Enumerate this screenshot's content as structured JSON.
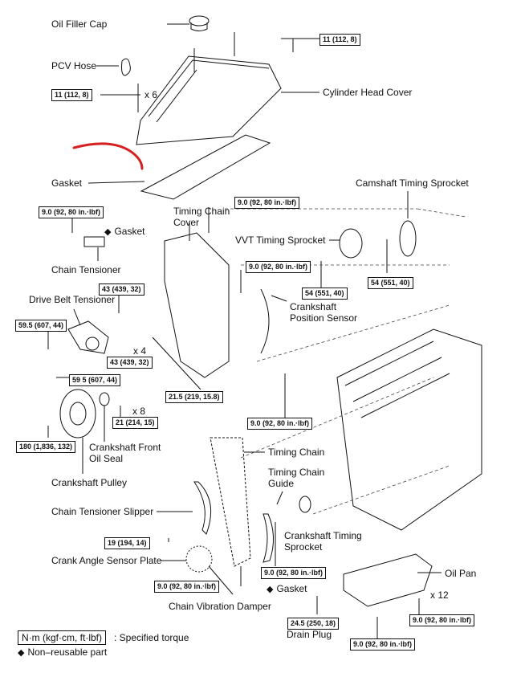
{
  "labels": {
    "oil_filler_cap": "Oil Filler Cap",
    "pcv_hose": "PCV Hose",
    "cylinder_head_cover": "Cylinder Head Cover",
    "gasket": "Gasket",
    "timing_chain_cover_1": "Timing Chain",
    "timing_chain_cover_2": "Cover",
    "gasket_small": "Gasket",
    "chain_tensioner": "Chain Tensioner",
    "camshaft_timing_sprocket": "Camshaft Timing Sprocket",
    "vvt_timing_sprocket": "VVT Timing Sprocket",
    "drive_belt_tensioner": "Drive Belt Tensioner",
    "crankshaft_position_sensor_1": "Crankshaft",
    "crankshaft_position_sensor_2": "Position Sensor",
    "crankshaft_front_oil_seal_1": "Crankshaft  Front",
    "crankshaft_front_oil_seal_2": "Oil Seal",
    "crankshaft_pulley": "Crankshaft Pulley",
    "timing_chain": "Timing Chain",
    "timing_chain_guide_1": "Timing Chain",
    "timing_chain_guide_2": "Guide",
    "chain_tensioner_slipper": "Chain Tensioner Slipper",
    "crankshaft_timing_sprocket_1": "Crankshaft  Timing",
    "crankshaft_timing_sprocket_2": "Sprocket",
    "crank_angle_sensor_plate": "Crank Angle Sensor Plate",
    "oil_pan": "Oil Pan",
    "gasket_oil_pan": "Gasket",
    "chain_vibration_damper": "Chain Vibration Damper",
    "drain_plug": "Drain Plug"
  },
  "qty": {
    "x6": "x 6",
    "x4": "x 4",
    "x8": "x 8",
    "x12": "x 12"
  },
  "torque": {
    "t1": "11 (112, 8)",
    "t2": "11 (112, 8)",
    "t3": "9.0 (92, 80 in.·lbf)",
    "t4": "9.0 (92, 80 in.·lbf)",
    "t5": "9.0 (92, 80 in.·lbf)",
    "t6": "43 (439, 32)",
    "t7": "54 (551, 40)",
    "t8": "54 (551, 40)",
    "t9": "59.5 (607, 44)",
    "t10": "43 (439, 32)",
    "t11": "59 5 (607, 44)",
    "t12": "21.5 (219, 15.8)",
    "t13": "21 (214, 15)",
    "t14": "9.0 (92, 80 in.·lbf)",
    "t15": "180 (1,836, 132)",
    "t16": "19 (194, 14)",
    "t17": "9.0 (92, 80 in.·lbf)",
    "t18": "9.0 (92, 80 in.·lbf)",
    "t19": "9.0 (92, 80 in.·lbf)",
    "t20": "24.5 (250, 18)",
    "t21": "9.0 (92, 80 in.·lbf)"
  },
  "legend": {
    "unit": "N·m (kgf·cm, ft·lbf)",
    "specified": ": Specified torque",
    "non_reusable": "Non–reusable part",
    "diamond": "◆"
  },
  "annotation_color": "#d42020"
}
